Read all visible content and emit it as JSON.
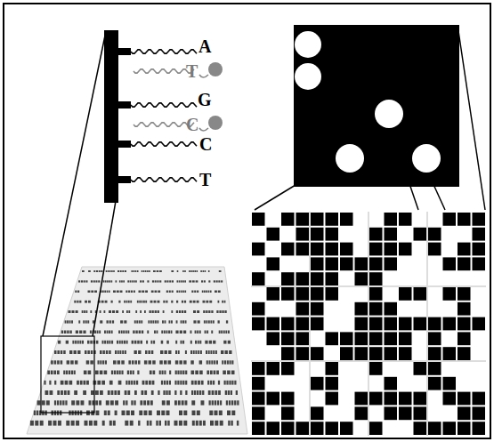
{
  "diagram": {
    "labels": [
      "A",
      "T",
      "G",
      "C",
      "C",
      "T"
    ]
  }
}
